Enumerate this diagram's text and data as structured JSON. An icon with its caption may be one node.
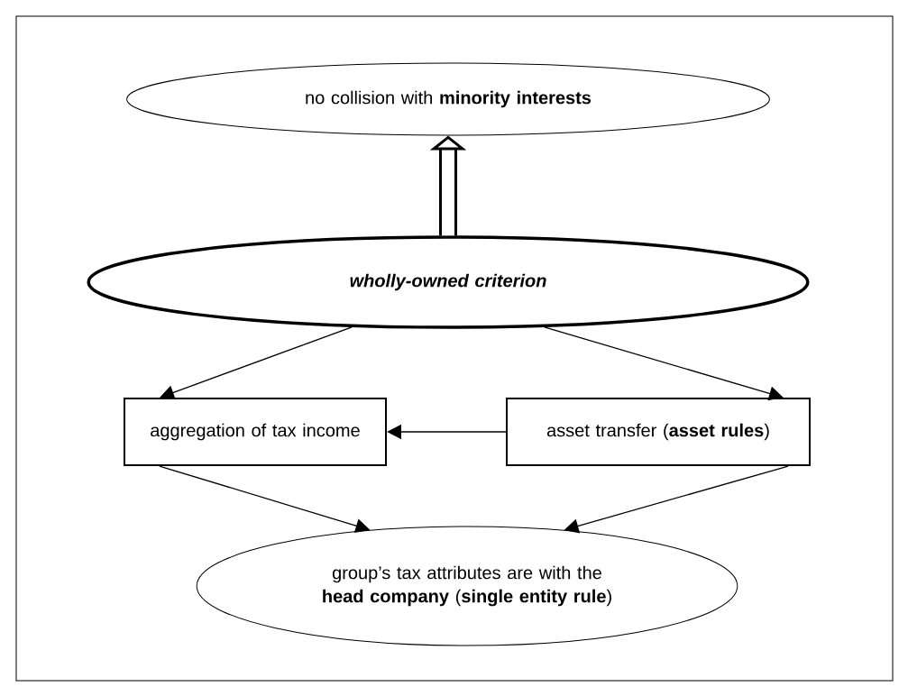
{
  "diagram": {
    "nodes": [
      {
        "text": [
          "no collision with **minority interests**"
        ]
      },
      {
        "text": [
          "wholly-owned criterion"
        ]
      },
      {
        "text": [
          "aggregation of tax income"
        ]
      },
      {
        "text": [
          "asset transfer (**asset rules**)"
        ]
      },
      {
        "text": [
          "group’s tax attributes are with the **head company** (**single entity rule**)"
        ]
      }
    ],
    "edges": [
      {
        "from": 1,
        "to": 0,
        "arrow": "to",
        "style": "thick"
      },
      {
        "from": 1,
        "to": 2,
        "arrow": "to"
      },
      {
        "from": 1,
        "to": 3,
        "arrow": "to"
      },
      {
        "from": 3,
        "to": 2,
        "arrow": "to"
      },
      {
        "from": 2,
        "to": 4,
        "arrow": "to"
      },
      {
        "from": 3,
        "to": 4,
        "arrow": "to"
      }
    ]
  }
}
